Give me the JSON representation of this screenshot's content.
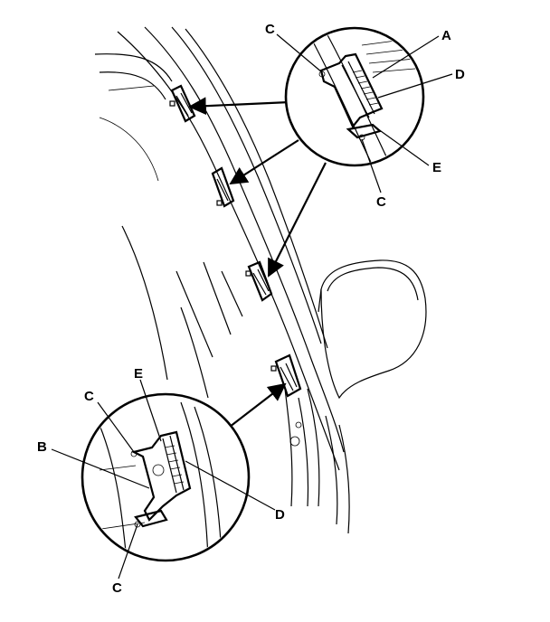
{
  "labels": {
    "top_c_upper": "C",
    "top_a": "A",
    "top_d": "D",
    "top_e": "E",
    "top_c_lower": "C",
    "bottom_e": "E",
    "bottom_c_upper": "C",
    "bottom_b": "B",
    "bottom_d": "D",
    "bottom_c_lower": "C"
  },
  "colors": {
    "line": "#000000",
    "background": "#ffffff"
  }
}
